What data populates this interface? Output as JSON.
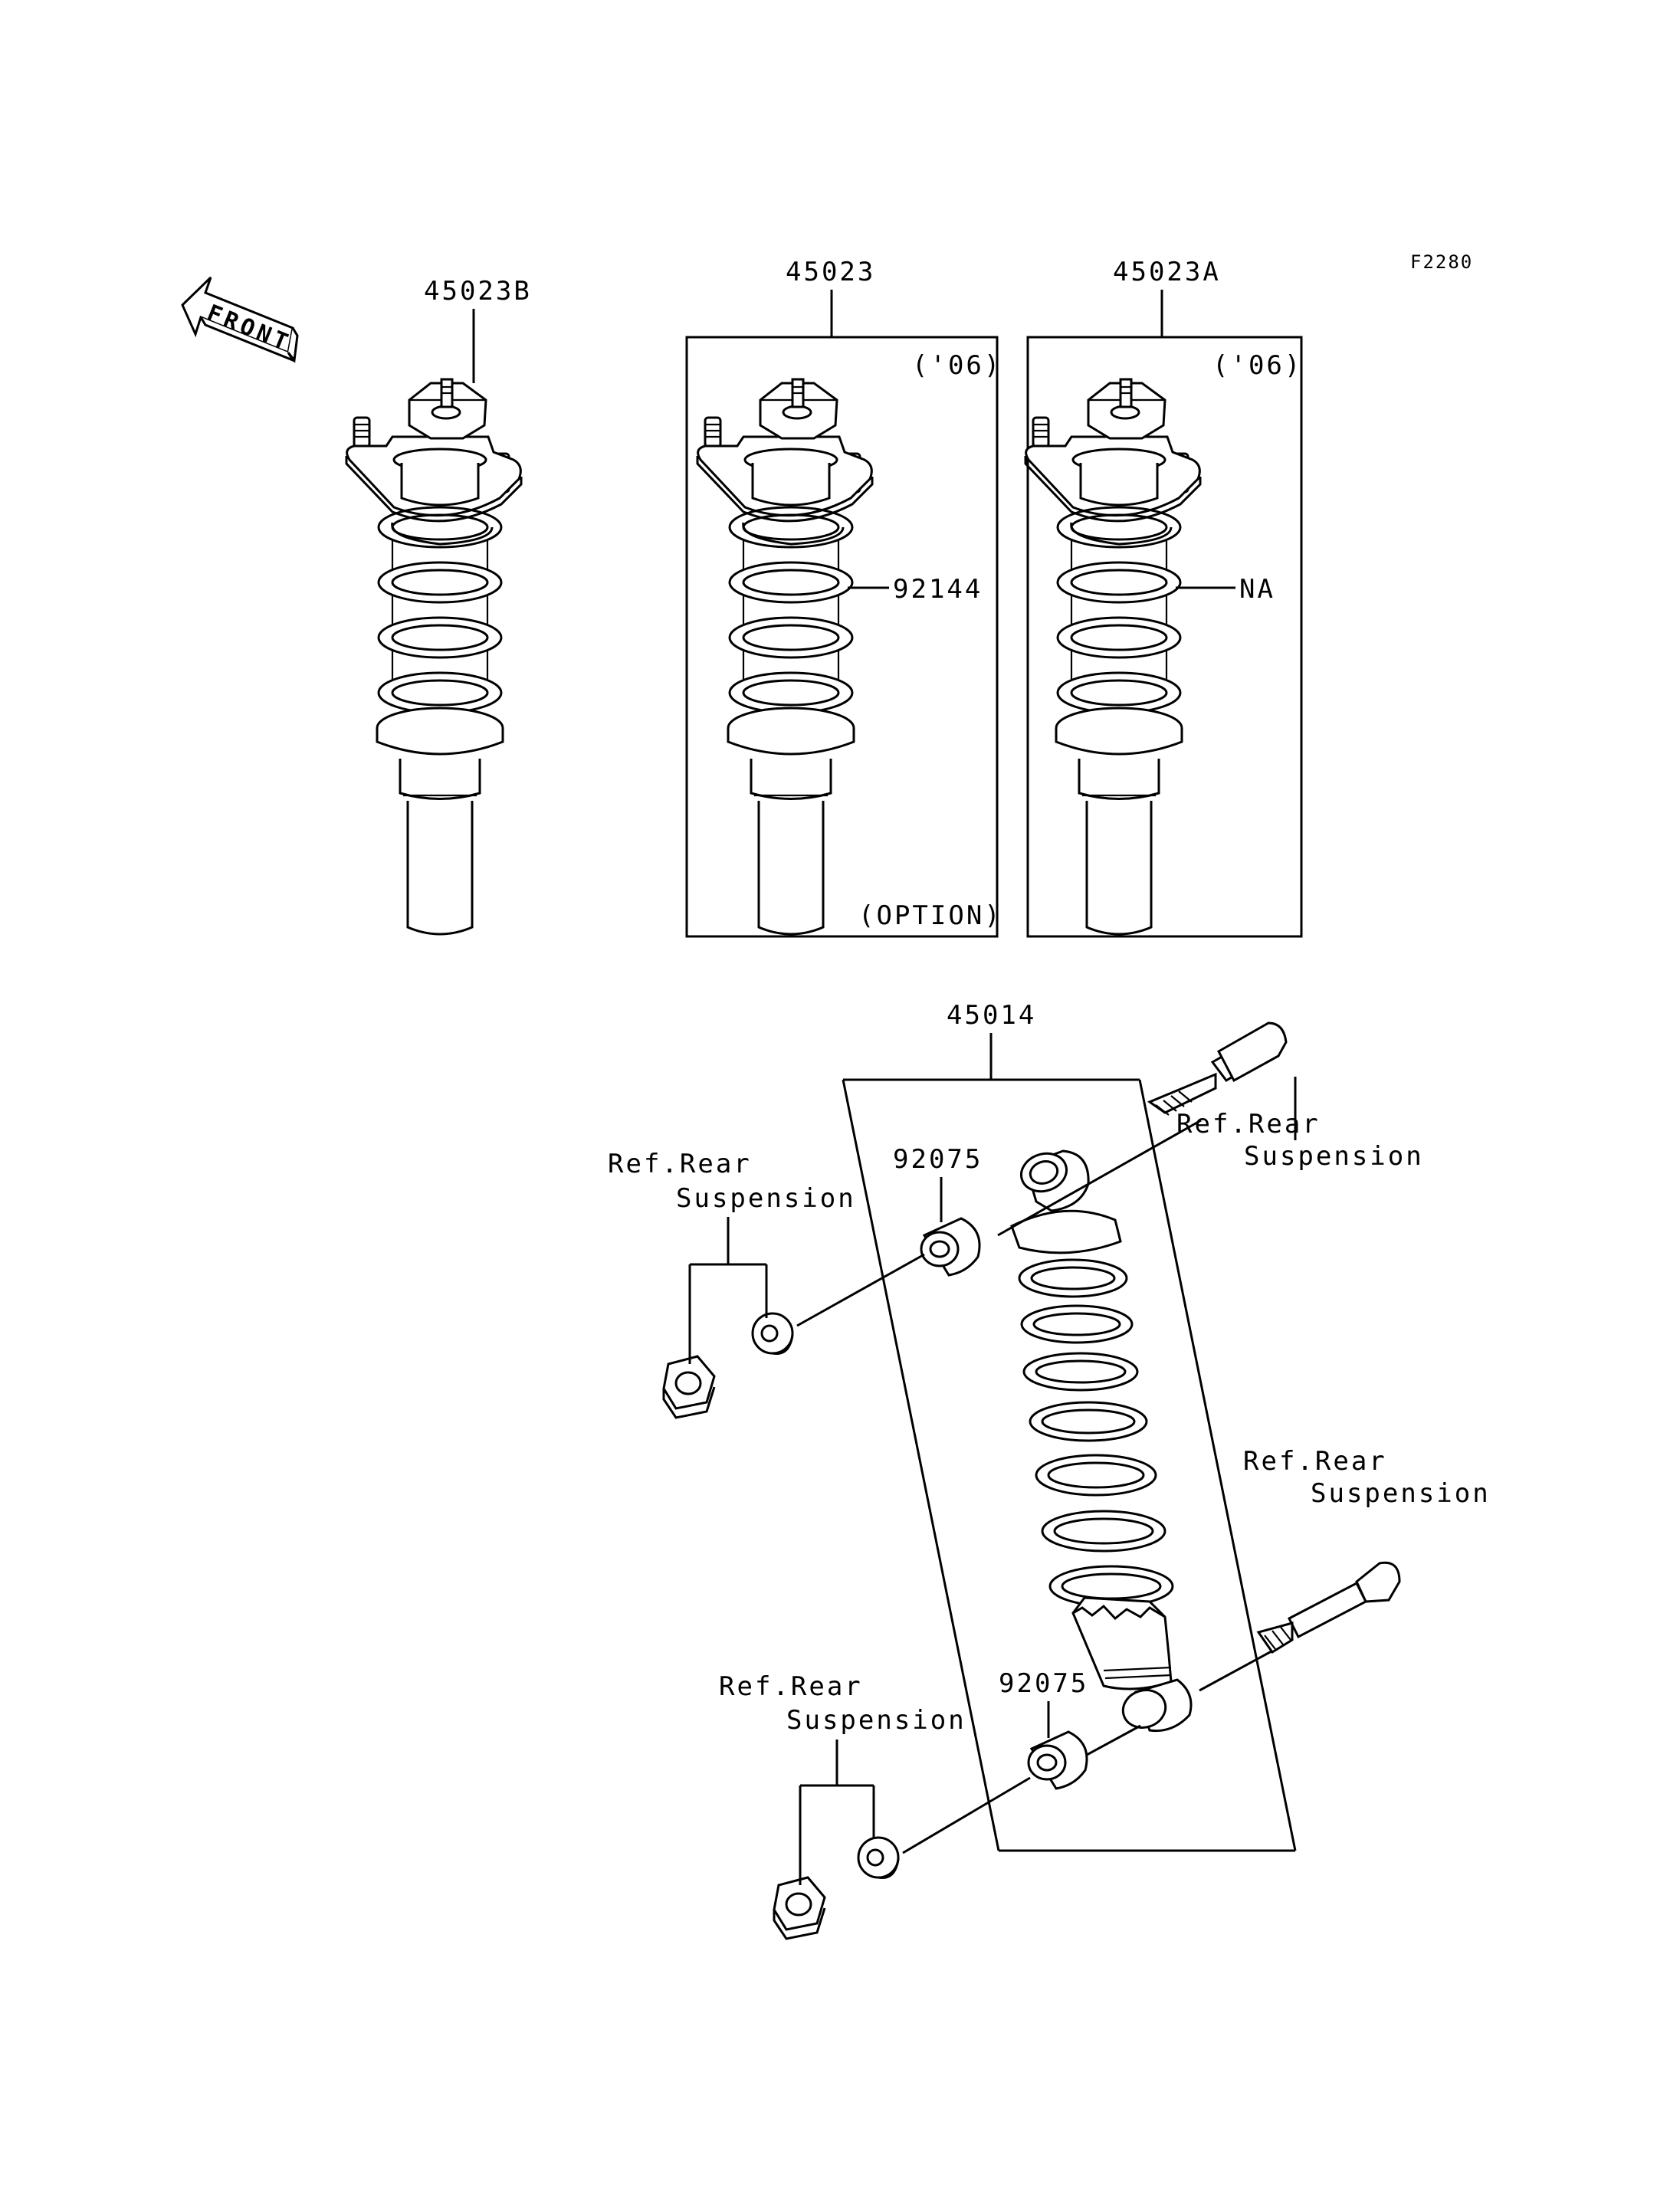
{
  "figure_code": "F2280",
  "front_arrow_text": "FRONT",
  "labels": {
    "shock_b": "45023B",
    "shock_std": "45023",
    "shock_a": "45023A",
    "year_std": "('06)",
    "year_a": "('06)",
    "spring_std": "92144",
    "spring_a": "NA",
    "option": "(OPTION)",
    "rear_shock": "45014",
    "bushing_upper": "92075",
    "bushing_lower": "92075"
  },
  "refs": {
    "upper_left": {
      "line1": "Ref.Rear",
      "line2": "Suspension"
    },
    "upper_right": {
      "line1": "Ref.Rear",
      "line2": "Suspension"
    },
    "lower_right": {
      "line1": "Ref.Rear",
      "line2": "Suspension"
    },
    "lower_left": {
      "line1": "Ref.Rear",
      "line2": "Suspension"
    }
  }
}
